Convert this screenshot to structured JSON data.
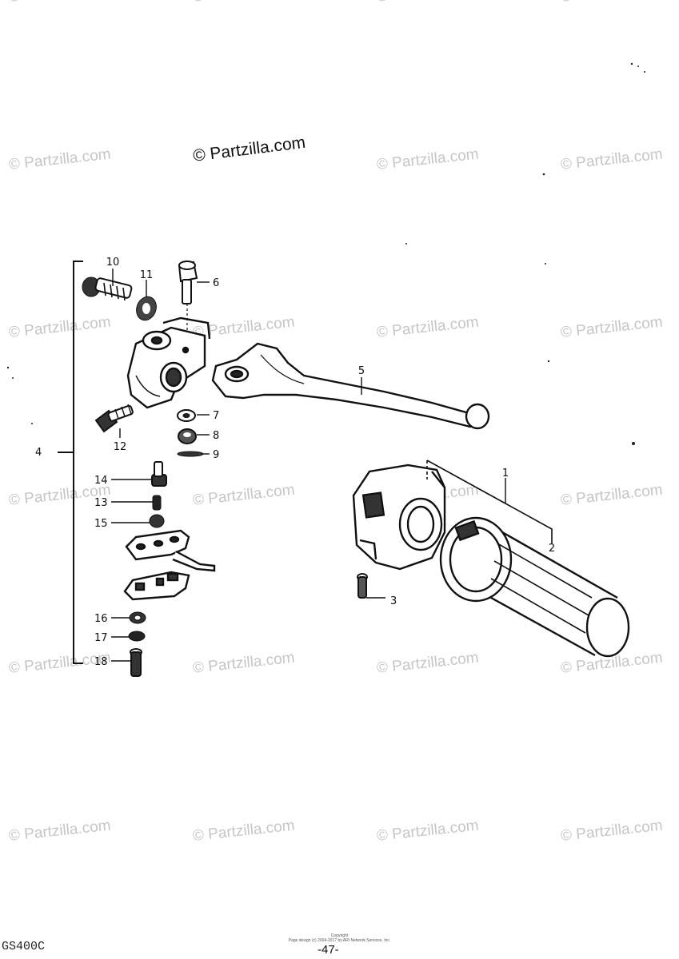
{
  "watermark": {
    "repeated_text": "© Partzilla.com",
    "main_text": "© Partzilla.com"
  },
  "callouts": {
    "p1": "1",
    "p2": "2",
    "p3": "3",
    "p4": "4",
    "p5": "5",
    "p6": "6",
    "p7": "7",
    "p8": "8",
    "p9": "9",
    "p10": "10",
    "p11": "11",
    "p12": "12",
    "p13": "13",
    "p14": "14",
    "p15": "15",
    "p16": "16",
    "p17": "17",
    "p18": "18"
  },
  "footer": {
    "model_code": "GS400C",
    "page_number": "-47-",
    "copyright_line1": "Copyright",
    "copyright_line2": "Page design (c) 2004-2017 by ARI Network Services, Inc."
  }
}
